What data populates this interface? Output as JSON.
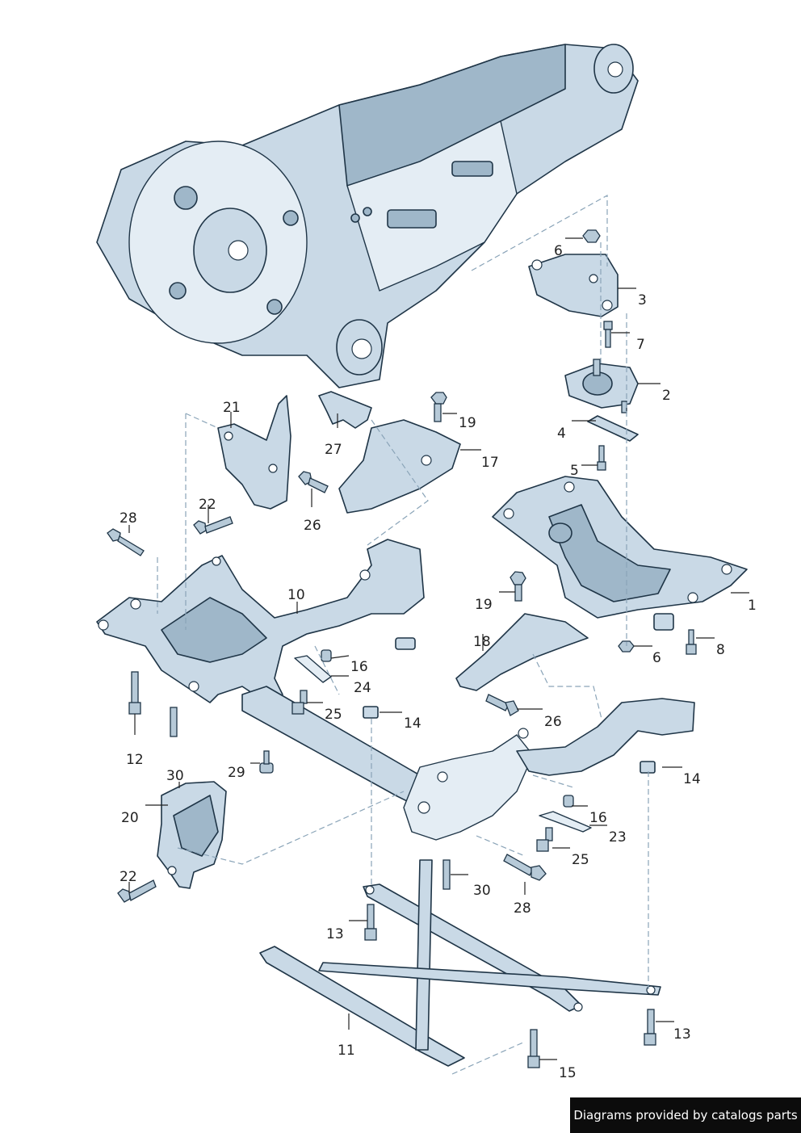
{
  "credit": "Diagrams provided by catalogs parts",
  "callouts": {
    "c1": "1",
    "c2": "2",
    "c3": "3",
    "c4": "4",
    "c5": "5",
    "c6a": "6",
    "c6b": "6",
    "c7": "7",
    "c8": "8",
    "c10": "10",
    "c11": "11",
    "c12": "12",
    "c13a": "13",
    "c13b": "13",
    "c14a": "14",
    "c14b": "14",
    "c15": "15",
    "c16a": "16",
    "c16b": "16",
    "c17": "17",
    "c18": "18",
    "c19a": "19",
    "c19b": "19",
    "c20": "20",
    "c21": "21",
    "c22a": "22",
    "c22b": "22",
    "c23": "23",
    "c24": "24",
    "c25a": "25",
    "c25b": "25",
    "c26a": "26",
    "c26b": "26",
    "c27": "27",
    "c28a": "28",
    "c28b": "28",
    "c29": "29",
    "c30a": "30",
    "c30b": "30"
  }
}
